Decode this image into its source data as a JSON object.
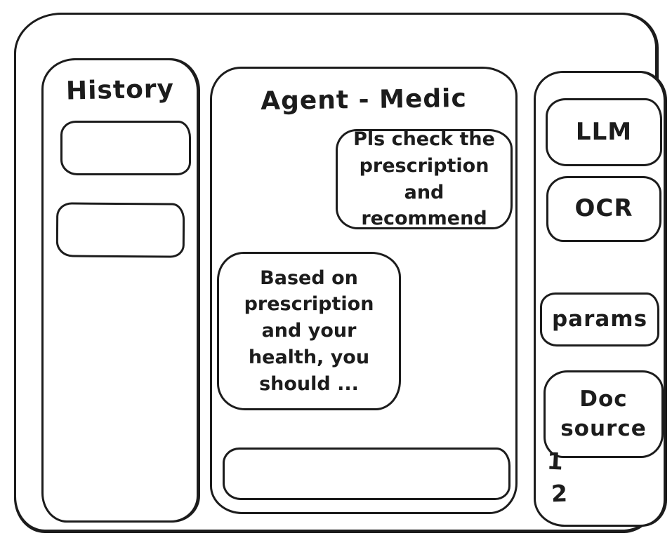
{
  "history_panel": {
    "title": "History",
    "items": [
      {
        "label": ""
      },
      {
        "label": ""
      }
    ]
  },
  "chat_panel": {
    "title": "Agent - Medic",
    "messages": [
      {
        "role": "user",
        "text": "Pls check the\nprescription\nand recommend"
      },
      {
        "role": "assistant",
        "text": "Based on\nprescription\nand your\nhealth, you\nshould ..."
      }
    ],
    "input": {
      "value": "",
      "placeholder": ""
    }
  },
  "tools_panel": {
    "buttons": [
      {
        "id": "llm",
        "label": "LLM"
      },
      {
        "id": "ocr",
        "label": "OCR"
      },
      {
        "id": "params",
        "label": "params"
      },
      {
        "id": "doc-source",
        "label": "Doc\nsource"
      }
    ],
    "doc_source_items": [
      {
        "label": "1"
      },
      {
        "label": "2"
      }
    ]
  },
  "colors": {
    "ink": "#1c1c1c",
    "background": "#ffffff"
  }
}
